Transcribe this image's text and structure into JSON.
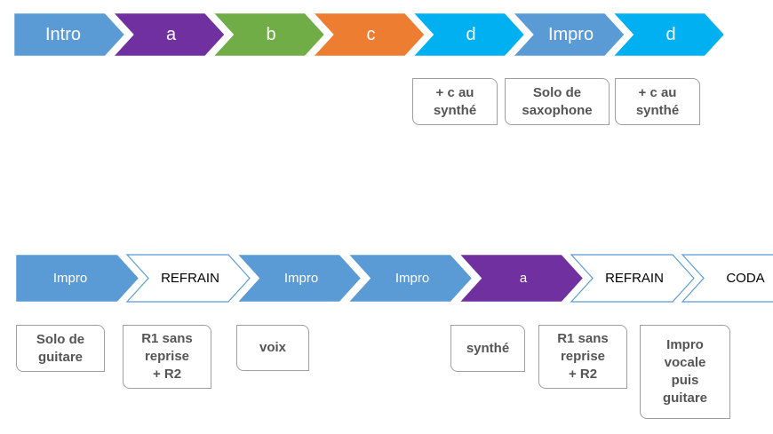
{
  "row1": [
    {
      "label": "Intro",
      "color": "#5b9bd5",
      "text_color": "#ffffff"
    },
    {
      "label": "a",
      "color": "#7030a0",
      "text_color": "#ffffff"
    },
    {
      "label": "b",
      "color": "#70ad47",
      "text_color": "#ffffff"
    },
    {
      "label": "c",
      "color": "#ed7d31",
      "text_color": "#ffffff"
    },
    {
      "label": "d",
      "color": "#00b0f0",
      "text_color": "#ffffff"
    },
    {
      "label": "Impro",
      "color": "#5b9bd5",
      "text_color": "#ffffff"
    },
    {
      "label": "d",
      "color": "#00b0f0",
      "text_color": "#ffffff"
    }
  ],
  "row1_notes": [
    {
      "text": "+ c au\nsynthé"
    },
    {
      "text": "Solo de\nsaxophone"
    },
    {
      "text": "+ c au\nsynthé"
    }
  ],
  "row2": [
    {
      "label": "Impro",
      "color": "#5b9bd5",
      "text_color": "#ffffff",
      "outline": false
    },
    {
      "label": "REFRAIN",
      "color": "#ffffff",
      "text_color": "#000000",
      "outline": true
    },
    {
      "label": "Impro",
      "color": "#5b9bd5",
      "text_color": "#ffffff",
      "outline": false
    },
    {
      "label": "Impro",
      "color": "#5b9bd5",
      "text_color": "#ffffff",
      "outline": false
    },
    {
      "label": "a",
      "color": "#7030a0",
      "text_color": "#ffffff",
      "outline": false
    },
    {
      "label": "REFRAIN",
      "color": "#ffffff",
      "text_color": "#000000",
      "outline": true
    },
    {
      "label": "CODA",
      "color": "#ffffff",
      "text_color": "#000000",
      "outline": true
    }
  ],
  "row2_notes": [
    {
      "text": "Solo de\nguitare"
    },
    {
      "text": "R1 sans\nreprise\n+ R2"
    },
    {
      "text": "voix"
    },
    {
      "text": "synthé"
    },
    {
      "text": "R1 sans\nreprise\n+ R2"
    },
    {
      "text": "Impro\nvocale\npuis\nguitare"
    }
  ],
  "outline_color": "#5b9bd5"
}
